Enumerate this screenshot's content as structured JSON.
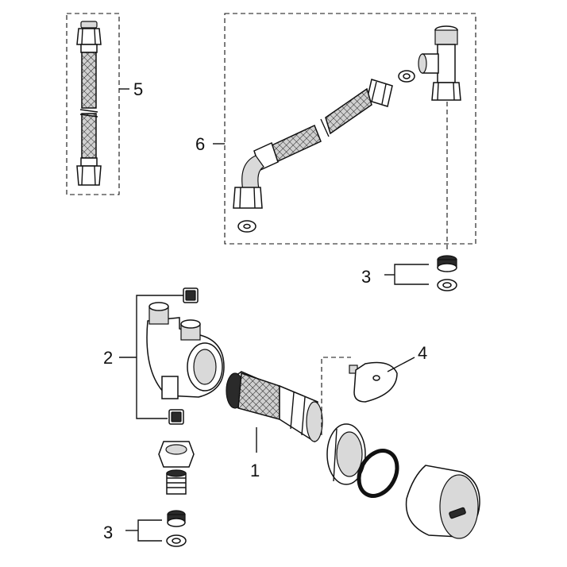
{
  "callouts": {
    "c1": "1",
    "c2": "2",
    "c3_top": "3",
    "c3_bottom": "3",
    "c4": "4",
    "c5": "5",
    "c6": "6"
  },
  "colors": {
    "ink": "#111111",
    "paper": "#ffffff",
    "shade": "#d9d9d9"
  }
}
